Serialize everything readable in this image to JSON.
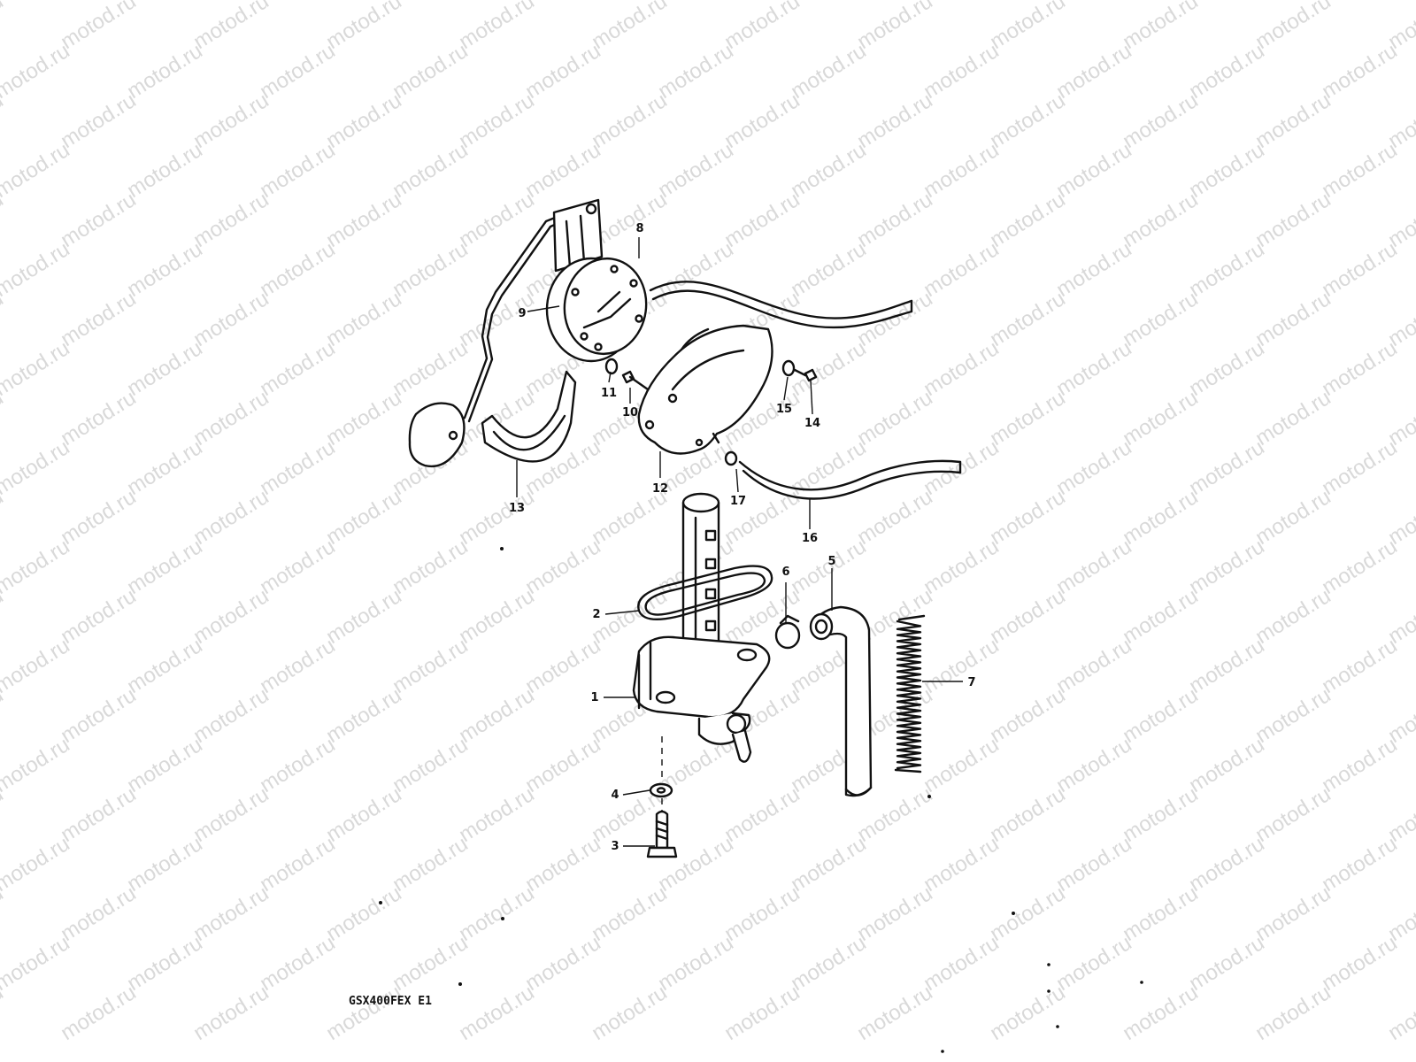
{
  "watermark": {
    "text": "motod.ru"
  },
  "diagram_code": "GSX400FEX E1",
  "parts": [
    {
      "number": "1",
      "icon": "fuel-cock-body-icon"
    },
    {
      "number": "2",
      "icon": "gasket-icon"
    },
    {
      "number": "3",
      "icon": "bolt-icon"
    },
    {
      "number": "4",
      "icon": "washer-icon"
    },
    {
      "number": "5",
      "icon": "fuel-hose-icon"
    },
    {
      "number": "6",
      "icon": "hose-clamp-icon"
    },
    {
      "number": "7",
      "icon": "spring-icon"
    },
    {
      "number": "8",
      "icon": "fuel-gauge-gasket-icon"
    },
    {
      "number": "9",
      "icon": "fuel-level-gauge-icon"
    },
    {
      "number": "10",
      "icon": "screw-icon"
    },
    {
      "number": "11",
      "icon": "lock-washer-icon"
    },
    {
      "number": "12",
      "icon": "gauge-cover-icon"
    },
    {
      "number": "13",
      "icon": "cushion-icon"
    },
    {
      "number": "14",
      "icon": "screw-icon"
    },
    {
      "number": "15",
      "icon": "washer-icon"
    },
    {
      "number": "16",
      "icon": "wire-lead-icon"
    },
    {
      "number": "17",
      "icon": "grommet-icon"
    }
  ]
}
